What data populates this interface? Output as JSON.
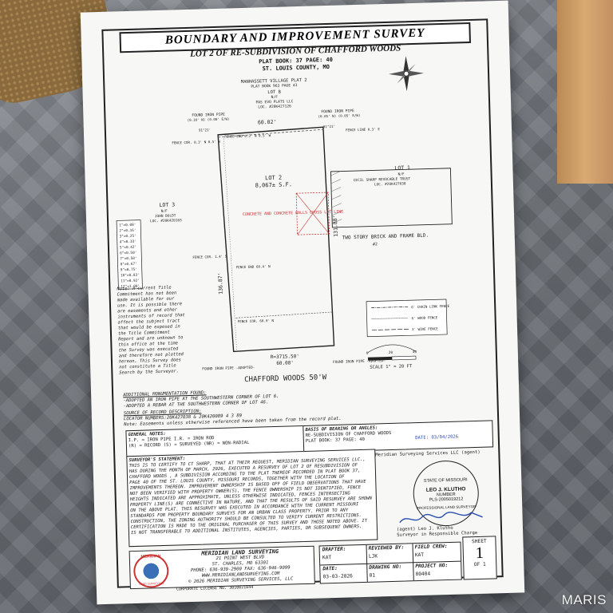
{
  "survey": {
    "title": "BOUNDARY AND IMPROVEMENT SURVEY",
    "subtitle": "LOT 2 OF RE-SUBDIVISION OF CHAFFORD WOODS",
    "plat_ref": "PLAT BOOK: 37    PAGE: 40",
    "county": "ST. LOUIS COUNTY, MO"
  },
  "plan": {
    "north_plat": "MANHASSETT VILLAGE PLAT 2",
    "north_plat_ref": "PLAT BOOK 963  PAGE 43",
    "lot_b": "LOT B",
    "lot_b_nf": "N/F",
    "lot_b_owner": "PAS EVO PLATS LLC",
    "lot_b_loc": "LOC. #20K427126",
    "found_iron_left": "FOUND IRON PIPE",
    "found_iron_left_offset": "(0.10' N) (0.00' E/W)",
    "found_iron_right": "FOUND IRON PIPE",
    "found_iron_right_offset": "(0.05' N) (0.05' E/W)",
    "top_dim": "60.02'",
    "angle_tl": "91°21'",
    "angle_tr": "91°21'",
    "fence_end_top": "FENCE END 0.3' N 0.5' W",
    "fence_cor_top": "FENCE COR. 0.3' N 0.5' W",
    "fence_line": "FENCE LINE 0.3' E",
    "lot2": "LOT 2",
    "lot2_area": "8,067± S.F.",
    "concrete_note": "CONCRETE AND CONCRETE WALLS CROSS LOT LINE",
    "right_dim": "131.88'",
    "left_dim": "136.87'",
    "lot3": "LOT 3",
    "lot3_nf": "N/F",
    "lot3_owner": "JOAN BOLDT",
    "lot3_loc": "LOC. #20K420103",
    "lot1": "LOT 1",
    "lot1_nf": "N/F",
    "lot1_owner": "CECIL SHARP REVOCABLE TRUST",
    "lot1_loc": "LOC. #20K427038",
    "building": "TWO STORY BRICK AND FRAME BLD.",
    "building_no": "#2",
    "fence_cor_mid": "FENCE COR. 1.4' S",
    "fence_end_mid": "FENCE END 60.4' N",
    "fence_cor_bot": "FENCE COR. 60.0' N",
    "curve": "R=3715.50'",
    "bottom_dim": "60.08'",
    "found_iron_bl": "FOUND IRON PIPE -ADOPTED-",
    "found_iron_br": "FOUND IRON PIPE -ADOPTED-",
    "street": "CHAFFORD WOODS 50'W",
    "conversions": [
      "1\"=0.08'",
      "2\"=0.16'",
      "3\"=0.25'",
      "4\"=0.33'",
      "5\"=0.42'",
      "6\"=0.50'",
      "7\"=0.58'",
      "8\"=0.67'",
      "9\"=0.75'",
      "10\"=0.83'",
      "11\"=0.92'",
      "12\"=1.00'"
    ],
    "note_left": "Note: A current Title Commitment has not been made available for our use. It is possible there are easements and other instruments of record that affect the subject tract that would be exposed in the Title Commitment Report and are unknown to this office at the time the Survey was executed and therefore not plotted hereon. This Survey does not constitute a Title Search by the Surveyor.",
    "legend": [
      {
        "label": "6' CHAIN LINK FENCE"
      },
      {
        "label": "6' WOOD FENCE"
      },
      {
        "label": "3' WIRE FENCE"
      }
    ],
    "scale_labels": [
      "0",
      "20",
      "40"
    ],
    "scale_text": "SCALE 1\" = 20 FT"
  },
  "monuments": {
    "heading": "ADDITIONAL MONUMENTATION FOUND:",
    "items": [
      "-ADOPTED AN IRON PIPE AT THE SOUTHWESTERN CORNER OF LOT 6.",
      "-ADOPTED A REBAR AT THE SOUTHWESTERN CORNER OF LOT 46."
    ],
    "source_heading": "SOURCE OF RECORD DESCRIPTION:",
    "source": "LOCATOR NUMBERS:20K427038 & 20K420089 4 3 89",
    "easement_note": "Note: Easements unless otherwise referenced have been taken from the record plat."
  },
  "general_notes": {
    "heading": "GENERAL NOTES:",
    "line1": "I.P. = IRON PIPE    I.R. = IRON ROD",
    "line2": "(R) = RECORD   (S) = SURVEYED   (NR) = NON-RADIAL"
  },
  "bearing": {
    "heading": "BASIS OF BEARING OR ANGLES:",
    "line1": "RE-SUBDIVISION OF CHAFFORD WOODS",
    "line2": "PLAT BOOK: 37    PAGE: 40",
    "date": "DATE: 03/04/2026"
  },
  "statement": {
    "heading": "SURVEYOR'S STATEMENT:",
    "text": "THIS IS TO CERTIFY TO CT SHARP, THAT AT THEIR REQUEST, MERIDIAN SURVEYING SERVICES LLC., HAS DURING THE MONTH OF MARCH, 2026, EXECUTED A RESURVEY OF LOT 2 OF RESUBDIVISION OF CHAFFORD WOODS , A SUBDIVISION ACCORDING TO THE PLAT THEREOF RECORDED IN PLAT BOOK 37, PAGE 40 OF THE ST. LOUIS COUNTY, MISSOURI RECORDS, TOGETHER WITH THE LOCATION OF IMPROVEMENTS THEREON. IMPROVEMENT OWNERSHIP IS BASED OFF OF FIELD OBSERVATIONS THAT HAVE NOT BEEN VERIFIED WITH PROPERTY OWNER(S), THE FENCE OWNERSHIP IS NOT IDENTIFIED, FENCE HEIGHTS INDICATED ARE APPROXIMATE, UNLESS OTHERWISE INDICATED, FENCES INTERSECTING PROPERTY LINE(S) ARE CONNECTIVE IN NATURE, AND THAT THE RESULTS OF SAID RESURVEY ARE SHOWN ON THE ABOVE PLAT. THIS RESURVEY WAS EXECUTED IN ACCORDANCE WITH THE CURRENT MISSOURI STANDARDS FOR PROPERTY BOUNDARY SURVEYS FOR AN URBAN CLASS PROPERTY. PRIOR TO ANY CONSTRUCTION, THE ZONING AUTHORITY SHOULD BE CONSULTED TO VERIFY CURRENT RESTRICTIONS. CERTIFICATION IS MADE TO THE ORIGINAL PURCHASER OF THIS SURVEY AND THOSE NOTED ABOVE. IT IS NOT TRANSFERABLE TO ADDITIONAL INSTITUTES, AGENCIES, PARTIES, OR SUBSEQUENT OWNERS."
  },
  "seal": {
    "company_agent": "Meridian Surveying Services LLC (agent)",
    "state": "STATE OF MISSOURI",
    "name": "LEO J. KLUTHO",
    "number_label": "NUMBER",
    "number": "PLS-2005019212",
    "ring_bottom": "PROFESSIONAL LAND SURVEYOR",
    "signer": "(agent) Leo J. Klutho",
    "signer_role": "Surveyor in Responsible Charge"
  },
  "company": {
    "logo_text": "MERIDIAN",
    "logo_sub": "LAND SURVEYING",
    "name": "MERIDIAN LAND SURVEYING",
    "address1": "21 POINT WEST BLVD",
    "address2": "ST. CHARLES, MO 63301",
    "phone": "PHONE: 636-939-2900   FAX: 636-946-9099",
    "web": "WWW.MERIDIANLANDSURVEYING.COM",
    "copyright": "© 2026 MERIDIAN SURVEYING SERVICES, LLC",
    "license": "CORPORATE LICENSE NO. 3010021044"
  },
  "titleblock": {
    "drafter_label": "DRAFTER:",
    "drafter": "KAT",
    "reviewed_label": "REVIEWED BY:",
    "reviewed": "LJK",
    "field_label": "FIELD CREW:",
    "field": "KAT",
    "date_label": "DATE:",
    "date": "03-03-2026",
    "drawing_label": "DRAWING NO:",
    "drawing": "01",
    "project_label": "PROJECT NO:",
    "project": "80404",
    "sheet_label": "SHEET",
    "sheet": "1",
    "sheet_of": "OF 1"
  },
  "watermark": "MARIS"
}
